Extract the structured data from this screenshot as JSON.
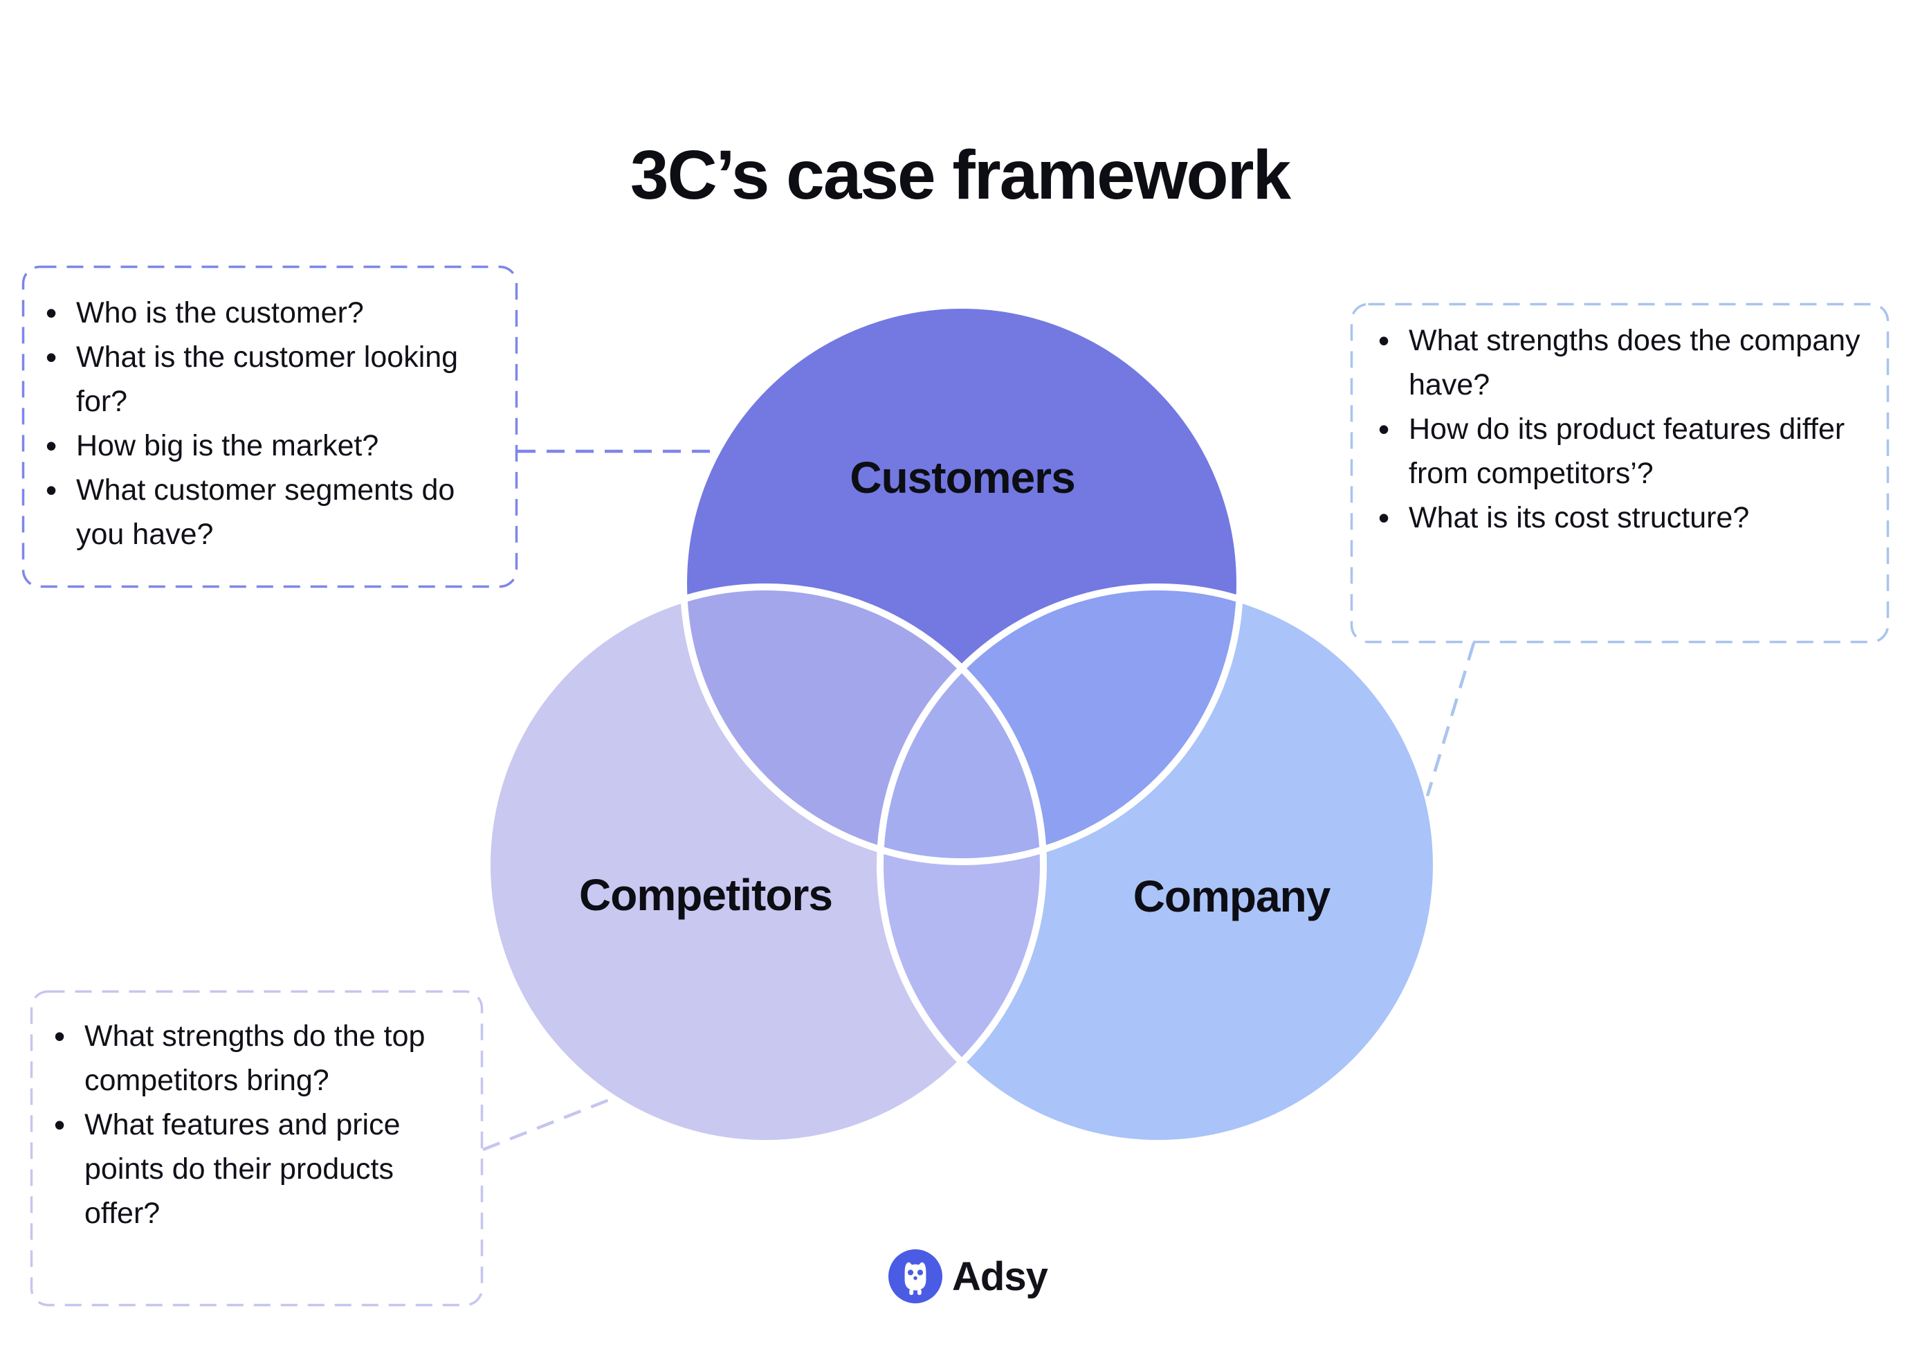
{
  "title": "3C’s case framework",
  "venn": {
    "stroke_color": "#ffffff",
    "customers": {
      "label": "Customers",
      "color": "#7379e1"
    },
    "competitors": {
      "label": "Competitors",
      "color": "#c8c8f1"
    },
    "company": {
      "label": "Company",
      "color": "#aac3f8"
    },
    "overlaps": {
      "customers_competitors": "#a3a6ea",
      "customers_company": "#8da0f1",
      "competitors_company": "#b3b8f3",
      "all_three": "#a4adf0"
    }
  },
  "callouts": {
    "customers": {
      "border_color": "#7e86e8",
      "bullets": [
        "Who is the customer?",
        "What is the customer looking for?",
        "How big is the market?",
        "What customer segments do you have?"
      ]
    },
    "company": {
      "border_color": "#a9c4ee",
      "bullets": [
        "What strengths does the company have?",
        "How do its product features differ from competitors’?",
        "What is its cost structure?"
      ]
    },
    "competitors": {
      "border_color": "#c5c6ef",
      "bullets": [
        "What strengths do the top competitors bring?",
        "What features and price points do their products offer?"
      ]
    }
  },
  "logo": {
    "brand": "Adsy",
    "badge_color": "#4a5be4"
  }
}
